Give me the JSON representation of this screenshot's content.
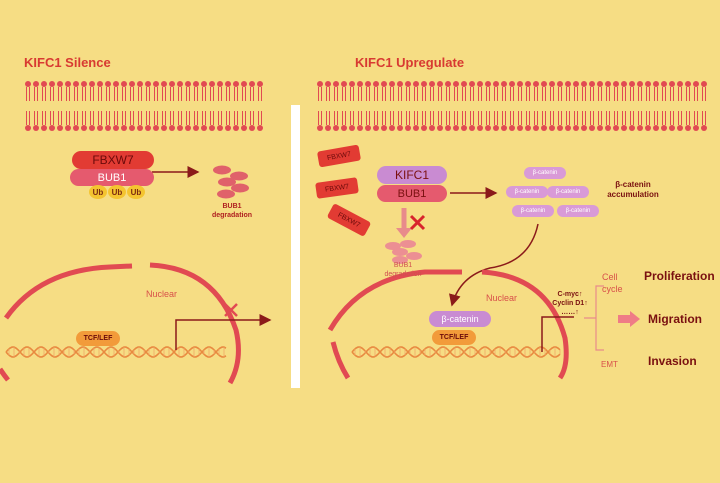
{
  "left": {
    "title": "KIFC1 Silence",
    "fbxw7": "FBXW7",
    "bub1": "BUB1",
    "ub": [
      "Ub",
      "Ub",
      "Ub"
    ],
    "degradation": [
      "BUB1",
      "degradation"
    ],
    "nuclear": "Nuclear",
    "tcf": "TCF/LEF"
  },
  "right": {
    "title": "KIFC1 Upregulate",
    "fbxw7_tags": [
      "FBXW7",
      "FBXW7",
      "FBXW7"
    ],
    "kifc1": "KIFC1",
    "bub1": "BUB1",
    "degradation": [
      "BUB1",
      "degradation"
    ],
    "beta_catenin_small": [
      "β-catenin",
      "β-catenin",
      "β-catenin",
      "β-catenin",
      "β-catenin"
    ],
    "accumulation": [
      "β-catenin",
      "accumulation"
    ],
    "nuclear": "Nuclear",
    "beta_catenin": "β-catenin",
    "tcf": "TCF/LEF",
    "targets": [
      "C-myc↑",
      "Cyclin D1↑",
      "……↑"
    ],
    "cell_cycle": [
      "Cell",
      "cycle"
    ],
    "emt": "EMT",
    "proliferation": "Proliferation",
    "migration": "Migration",
    "invasion": "Invasion"
  }
}
